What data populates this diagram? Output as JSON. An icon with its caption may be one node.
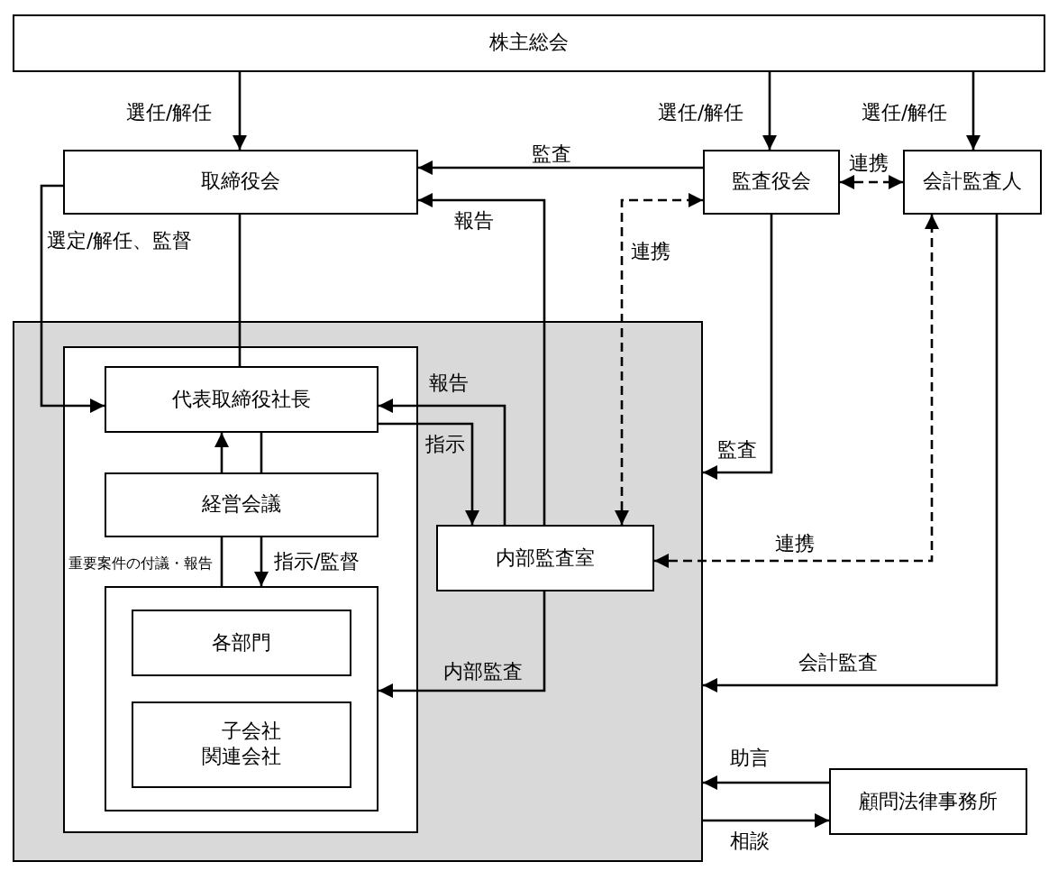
{
  "diagram": {
    "nodes": [
      {
        "text": [
          "株主総会"
        ]
      },
      {
        "text": [
          "取締役会"
        ]
      },
      {
        "text": [
          "監査役会"
        ]
      },
      {
        "text": [
          "会計監査人"
        ]
      },
      {
        "text": [],
        "shape": "box"
      },
      {
        "text": [],
        "shape": "box",
        "in": 4
      },
      {
        "text": [
          "代表取締役社長"
        ],
        "in": 5
      },
      {
        "text": [
          "経営会議"
        ],
        "in": 5
      },
      {
        "text": [],
        "shape": "box",
        "in": 5
      },
      {
        "text": [
          "各部門"
        ],
        "in": 8
      },
      {
        "text": [
          "子会社関連会社"
        ],
        "in": 8
      },
      {
        "text": [
          "内部監査室"
        ],
        "in": 4
      },
      {
        "text": [
          "顧問法律事務所"
        ]
      }
    ],
    "edges": [
      {
        "from": 0,
        "to": 1,
        "arrow": "to",
        "label": "選任/解任"
      },
      {
        "from": 0,
        "to": 2,
        "arrow": "to",
        "label": "選任/解任"
      },
      {
        "from": 0,
        "to": 3,
        "arrow": "to",
        "label": "選任/解任"
      },
      {
        "from": 2,
        "to": 1,
        "arrow": "to",
        "label": "監査"
      },
      {
        "from": 11,
        "to": 1,
        "arrow": "to",
        "label": "報告"
      },
      {
        "from": 1,
        "to": 6,
        "arrow": "to",
        "label": "選定/解任、監督"
      },
      {
        "from": 1,
        "to": 6,
        "arrow": "none"
      },
      {
        "from": 11,
        "to": 6,
        "arrow": "to",
        "label": "報告"
      },
      {
        "from": 6,
        "to": 11,
        "arrow": "to",
        "label": "指示"
      },
      {
        "from": 2,
        "to": 3,
        "arrow": "both",
        "label": "連携",
        "style": "dashed"
      },
      {
        "from": 11,
        "to": 2,
        "arrow": "both",
        "label": "連携",
        "style": "dashed"
      },
      {
        "from": 11,
        "to": 3,
        "arrow": "both",
        "label": "連携",
        "style": "dashed"
      },
      {
        "from": 2,
        "to": 4,
        "arrow": "to",
        "label": "監査"
      },
      {
        "from": 3,
        "to": 4,
        "arrow": "to",
        "label": "会計監査"
      },
      {
        "from": 12,
        "to": 4,
        "arrow": "to",
        "label": "助言"
      },
      {
        "from": 4,
        "to": 12,
        "arrow": "to",
        "label": "相談"
      },
      {
        "from": 7,
        "to": 6,
        "arrow": "to"
      },
      {
        "from": 6,
        "to": 7,
        "arrow": "none"
      },
      {
        "from": 8,
        "to": 7,
        "arrow": "none",
        "label": "重要案件の付議・報告"
      },
      {
        "from": 7,
        "to": 8,
        "arrow": "to",
        "label": "指示/監督"
      },
      {
        "from": 11,
        "to": 8,
        "arrow": "to",
        "label": "内部監査"
      }
    ]
  }
}
